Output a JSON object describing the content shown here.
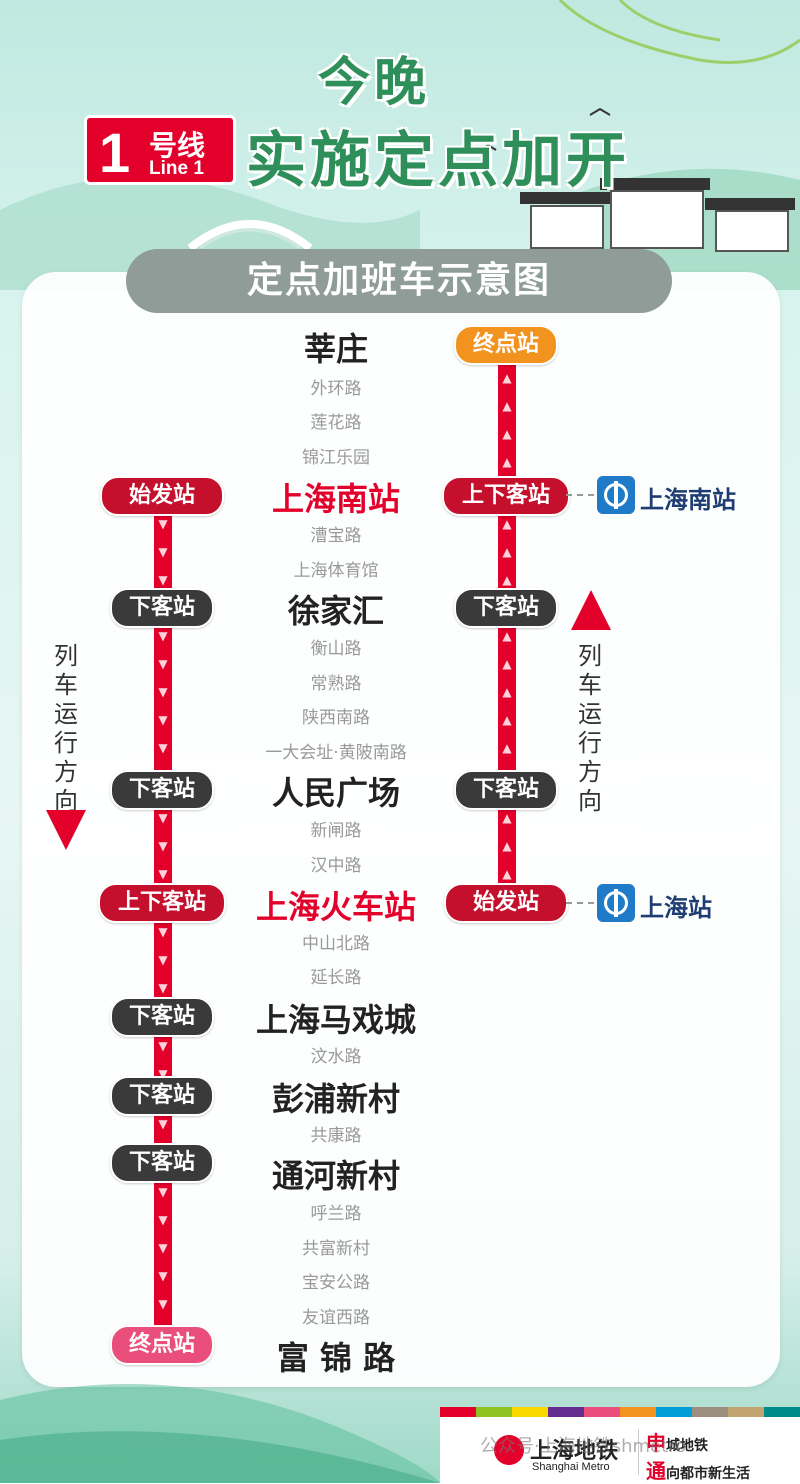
{
  "title": {
    "line1": "今晚",
    "line2": "实施定点加开"
  },
  "line_badge": {
    "number": "1",
    "cn": "号线",
    "en": "Line 1"
  },
  "header": "定点加班车示意图",
  "stations": {
    "xinzhuang": "莘庄",
    "waihuan": "外环路",
    "lianhua": "莲花路",
    "jinjiang": "锦江乐园",
    "shanghai_south": "上海南站",
    "caobao": "漕宝路",
    "stadium": "上海体育馆",
    "xujiahui": "徐家汇",
    "hengshan": "衡山路",
    "changshu": "常熟路",
    "shaanxi": "陕西南路",
    "yidahuizhi": "一大会址·黄陂南路",
    "peoples_square": "人民广场",
    "xinzha": "新闸路",
    "hanzhong": "汉中路",
    "shanghai_railway": "上海火车站",
    "zhongshan_n": "中山北路",
    "yanchang": "延长路",
    "circus": "上海马戏城",
    "wenshui": "汶水路",
    "pengpu": "彭浦新村",
    "gongkang": "共康路",
    "tonghe": "通河新村",
    "hulan": "呼兰路",
    "gongfu": "共富新村",
    "baoan": "宝安公路",
    "youyi_w": "友谊西路",
    "fujin": "富 锦 路"
  },
  "labels": {
    "start": "始发站",
    "terminal": "终点站",
    "alight": "下客站",
    "board_alight": "上下客站"
  },
  "direction_label": "列车运行方向",
  "rail_links": {
    "south": "上海南站",
    "main": "上海站"
  },
  "footer": {
    "brand": "上海地铁",
    "brand_en": "Shanghai Metro",
    "slogan1_mark": "申",
    "slogan1_rest": "城地铁",
    "slogan2_mark": "通",
    "slogan2_rest": "向都市新生活",
    "watermark": "公众号·上海地铁shmetro"
  },
  "colors": {
    "line_red": "#e3002b",
    "pill_dark": "#3a3a3a",
    "pill_red": "#c4102c",
    "pill_pink": "#ea4f7b",
    "pill_orange": "#f29320",
    "accent_green": "#2f8f5a"
  }
}
